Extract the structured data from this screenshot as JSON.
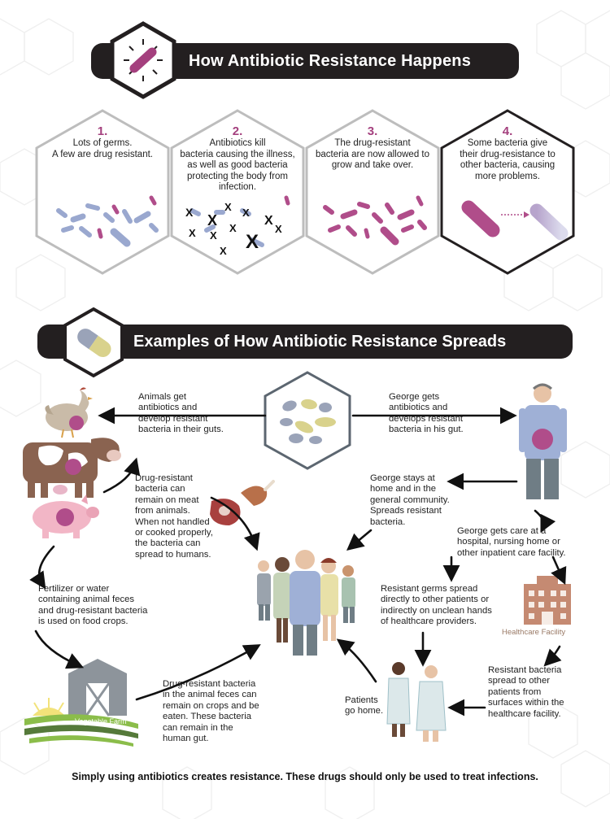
{
  "header1": {
    "title": "How Antibiotic Resistance Happens"
  },
  "steps": [
    {
      "number": "1.",
      "text": "Lots of germs.\nA few are drug resistant."
    },
    {
      "number": "2.",
      "text": "Antibiotics kill\nbacteria causing the illness,\nas well as good bacteria\nprotecting the body from\ninfection."
    },
    {
      "number": "3.",
      "text": "The drug-resistant\nbacteria are now allowed to\ngrow and take over."
    },
    {
      "number": "4.",
      "text": "Some bacteria give\ntheir drug-resistance to\nother bacteria, causing\nmore problems."
    }
  ],
  "header2": {
    "title": "Examples of How Antibiotic Resistance Spreads"
  },
  "spread": {
    "animals_get": "Animals get\nantibiotics and\ndevelop resistant\nbacteria in their guts.",
    "george_gets": "George gets\nantibiotics and\ndevelops resistant\nbacteria in his gut.",
    "meat": "Drug-resistant\nbacteria can\nremain on meat\nfrom animals.\nWhen not handled\nor cooked properly,\nthe bacteria can\nspread to humans.",
    "george_stays": "George stays at\nhome and in the\ngeneral community.\nSpreads resistant\nbacteria.",
    "george_care": "George gets care at a\nhospital, nursing home or\nother inpatient care facility.",
    "fertilizer": "Fertilizer or water\ncontaining animal feces\nand drug-resistant bacteria\nis used on food crops.",
    "resistant_germs": "Resistant germs spread\ndirectly to other patients or\nindirectly on unclean hands\nof healthcare providers.",
    "healthcare_facility": "Healthcare Facility",
    "surfaces": "Resistant bacteria\nspread to other\npatients from\nsurfaces within the\nhealthcare facility.",
    "patients_home": "Patients\ngo home.",
    "feces_crops": "Drug-resistant bacteria\nin the animal feces can\nremain on crops and be\neaten. These bacteria\ncan remain in the\nhuman gut.",
    "vegetable_farm": "Vegetable Farm"
  },
  "footer": {
    "text": "Simply using antibiotics creates resistance.  These drugs should only be used to treat infections."
  },
  "colors": {
    "banner": "#231f20",
    "accent_magenta": "#a4407e",
    "bacteria_blue": "#9aa8cf",
    "bacteria_magenta": "#b04d8a",
    "pill_yellow": "#d9d28c",
    "hex_stroke": "#bdbdbd",
    "arrow": "#111111"
  }
}
